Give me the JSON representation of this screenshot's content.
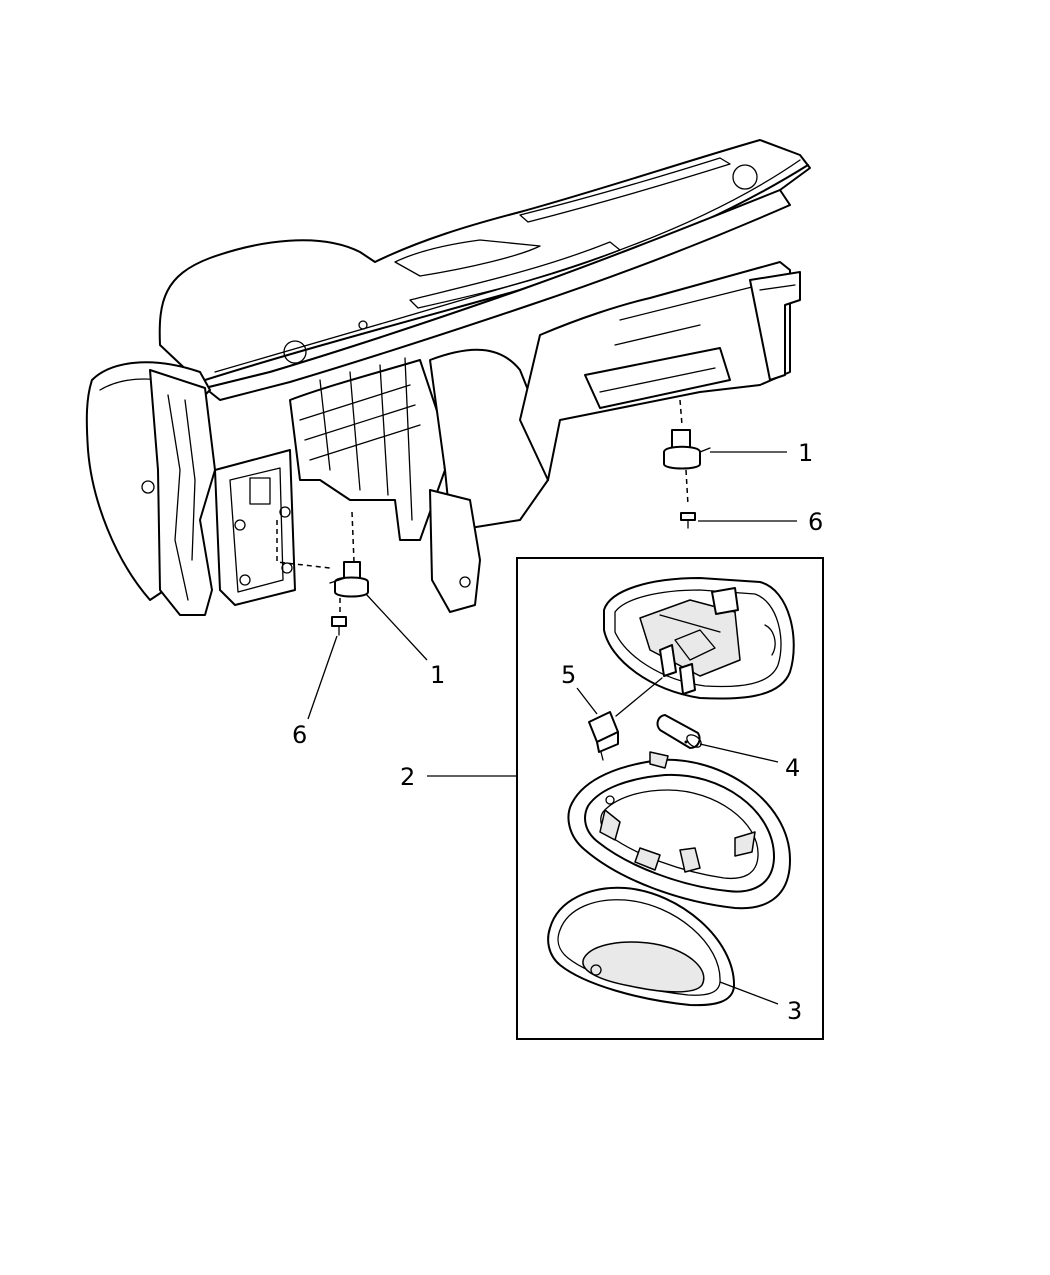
{
  "callouts": {
    "c1_upper": "1",
    "c6_upper": "6",
    "c1_lower": "1",
    "c6_lower": "6",
    "c2": "2",
    "c3": "3",
    "c4": "4",
    "c5": "5"
  }
}
